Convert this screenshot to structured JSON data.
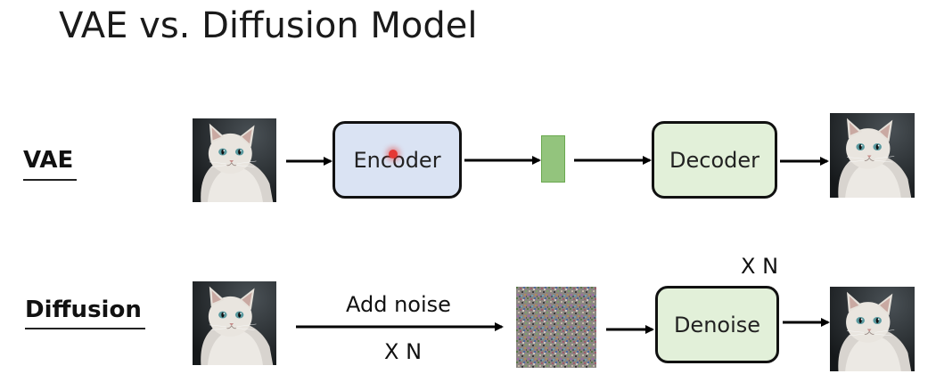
{
  "title": "VAE vs. Diffusion Model",
  "vae": {
    "label": "VAE",
    "encoder": "Encoder",
    "decoder": "Decoder"
  },
  "diffusion": {
    "label": "Diffusion",
    "add_noise": "Add noise",
    "repeat_below": "X N",
    "denoise": "Denoise",
    "repeat_above": "X N"
  },
  "colors": {
    "encoder_fill": "#dae3f3",
    "decoder_fill": "#e2f0d9",
    "latent_fill": "#93c47d",
    "latent_border": "#6aa84f",
    "cursor_dot": "#e53935"
  }
}
